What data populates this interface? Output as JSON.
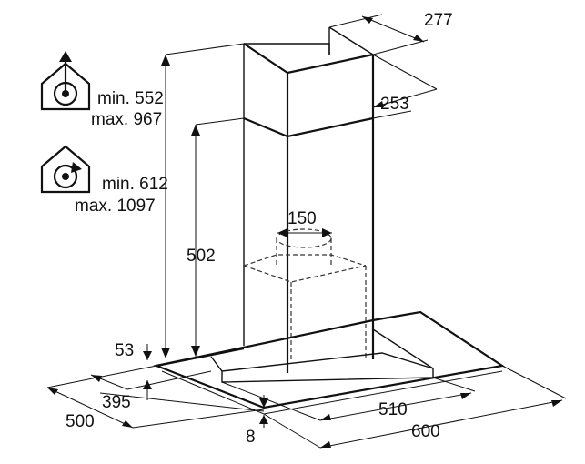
{
  "modes": {
    "extraction": {
      "icon": "extraction-mode-icon",
      "min": "min. 552",
      "max": "max. 967"
    },
    "recirculation": {
      "icon": "recirculation-mode-icon",
      "min": "min. 612",
      "max": "max. 1097"
    }
  },
  "dimensions": {
    "chimney_depth": "277",
    "chimney_width": "253",
    "duct_diameter": "150",
    "chimney_height": "502",
    "canopy_height": "53",
    "depth_inner": "395",
    "depth_outer": "500",
    "glass_thickness": "8",
    "width_inner": "510",
    "width_outer": "600"
  }
}
